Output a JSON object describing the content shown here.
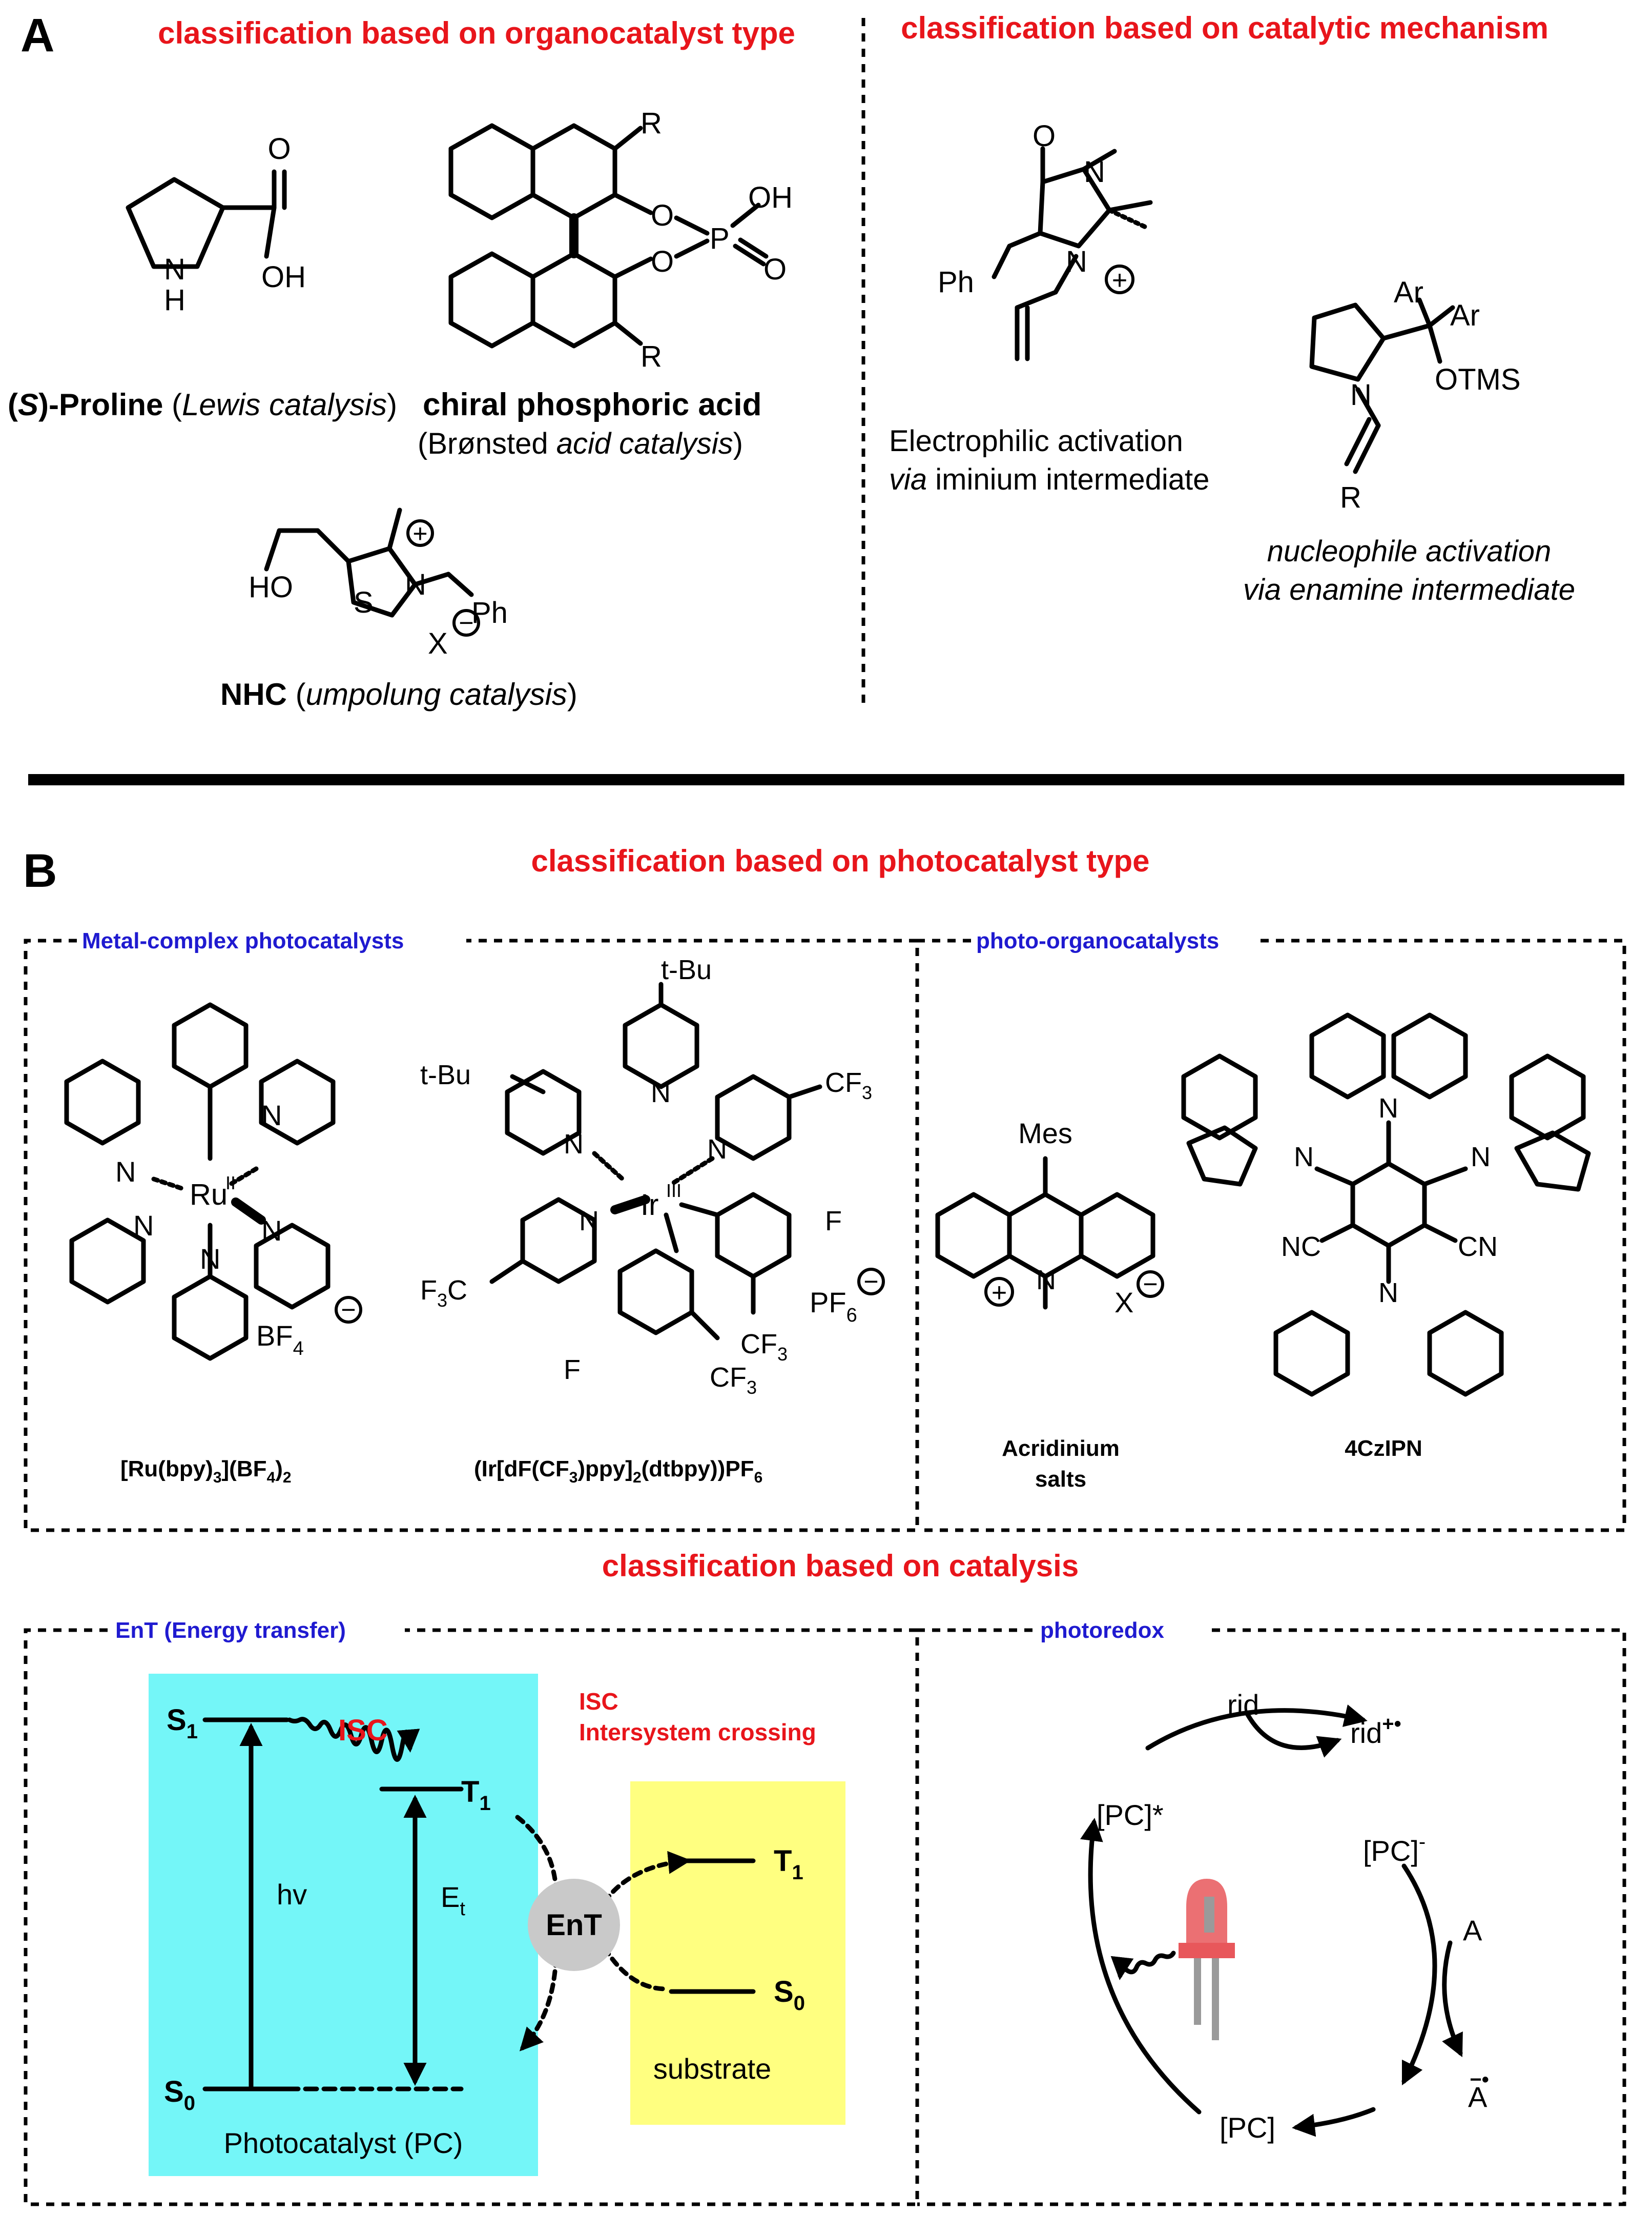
{
  "colors": {
    "heading_red": "#e8151b",
    "label_blue": "#1f1ad0",
    "pc_box_cyan": "#74f6f8",
    "substrate_yellow": "#ffff80",
    "ent_circle_gray": "#c9c9c9",
    "led_red": "#e8575b",
    "led_leg_gray": "#9a9a9a"
  },
  "panel_a": {
    "letter": "A",
    "left_heading": "classification based on organocatalyst type",
    "right_heading": "classification based on catalytic mechanism",
    "proline": {
      "atoms": {
        "o": "O",
        "oh": "OH",
        "n": "N",
        "h": "H"
      },
      "caption_open": "(",
      "caption_s": "S",
      "caption_bold": ")-Proline",
      "caption_paren_open": " (",
      "caption_italic": "Lewis catalysis",
      "caption_paren_close": ")"
    },
    "cpa": {
      "atoms": {
        "r_top": "R",
        "r_bottom": "R",
        "o1": "O",
        "o2": "O",
        "o3": "O",
        "p": "P",
        "oh": "OH"
      },
      "caption_bold": "chiral phosphoric acid",
      "caption_line2_open": "(Brønsted ",
      "caption_line2_italic": "acid catalysis",
      "caption_line2_close": ")"
    },
    "nhc": {
      "atoms": {
        "ho": "HO",
        "s": "S",
        "n": "N",
        "ph": "Ph",
        "x": "X",
        "plus": "+",
        "minus": "−"
      },
      "caption_bold": "NHC",
      "caption_open": " (",
      "caption_italic": "umpolung catalysis",
      "caption_close": ")"
    },
    "iminium": {
      "atoms": {
        "o": "O",
        "n_top": "N",
        "n_bottom": "N",
        "ph": "Ph",
        "plus": "+"
      },
      "caption_line1": "Electrophilic activation",
      "caption_line2_italic": "via",
      "caption_line2_rest": " iminium intermediate"
    },
    "enamine": {
      "atoms": {
        "ar1": "Ar",
        "ar2": "Ar",
        "otms": "OTMS",
        "n": "N",
        "r": "R"
      },
      "caption_line1": "nucleophile activation",
      "caption_line2": "via enamine intermediate"
    }
  },
  "panel_b": {
    "letter": "B",
    "heading1": "classification based on photocatalyst type",
    "metal_box_label": "Metal-complex photocatalysts",
    "organo_box_label": "photo-organocatalysts",
    "ru": {
      "atoms": {
        "ru": "Ru",
        "ox": "II",
        "n": "N",
        "bf4": "BF",
        "bf4_sub": "4",
        "minus": "−"
      },
      "caption": "[Ru(bpy)",
      "sub1": "3",
      "caption2": "](BF",
      "sub2": "4",
      "caption3": ")",
      "sub3": "2"
    },
    "ir": {
      "atoms": {
        "ir": "Ir",
        "ox": "III",
        "tbu1": "t-Bu",
        "tbu2": "t-Bu",
        "cf3_1": "CF",
        "cf3_2": "F",
        "cf3_3": "CF",
        "cf3_4": "F",
        "f1": "F",
        "f2": "F",
        "pf6": "PF",
        "pf6_sub": "6",
        "n": "N",
        "minus": "−",
        "three": "3",
        "c_prefix": "C"
      },
      "caption": "(Ir[dF(CF",
      "sub1": "3",
      "caption2": ")ppy]",
      "sub2": "2",
      "caption3": "(dtbpy))PF",
      "sub3": "6"
    },
    "acridinium": {
      "atoms": {
        "mes": "Mes",
        "n": "N",
        "x": "X",
        "plus": "+",
        "minus": "−"
      },
      "caption_line1": "Acridinium",
      "caption_line2": "salts"
    },
    "czipn": {
      "atoms": {
        "n": "N",
        "nc": "NC",
        "cn": "CN"
      },
      "caption": "4CzIPN"
    },
    "heading2": "classification based on catalysis",
    "ent_box_label": "EnT (Energy transfer)",
    "photoredox_box_label": "photoredox",
    "ent": {
      "s1": "S",
      "s1_sub": "1",
      "isc": "ISC",
      "isc_note_line1": "ISC",
      "isc_note_line2": "Intersystem crossing",
      "t1": "T",
      "t1_sub": "1",
      "hv": "hv",
      "et": "E",
      "et_sub": "t",
      "ent_circle": "EnT",
      "s0": "S",
      "s0_sub": "0",
      "photocatalyst": "Photocatalyst (PC)",
      "sub_t1": "T",
      "sub_t1_sub": "1",
      "sub_s0": "S",
      "sub_s0_sub": "0",
      "substrate": "substrate"
    },
    "photoredox": {
      "rid": "rid",
      "rid_ox": "rid",
      "rid_ox_sup": "+•",
      "pc_star": "[PC]*",
      "pc_minus": "[PC]",
      "pc_minus_sup": "-",
      "pc": "[PC]",
      "a": "A",
      "a_reduced": "A",
      "a_reduced_sup": "−•"
    }
  }
}
